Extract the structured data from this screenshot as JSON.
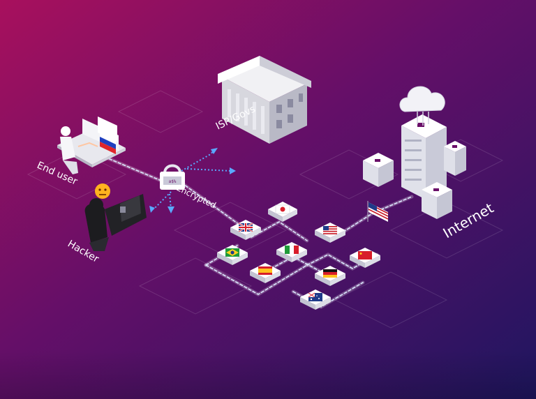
{
  "labels": {
    "end_user": "End user",
    "isp": "ISP/Govs",
    "encrypted": "Encrypted",
    "hacker": "Hacker",
    "internet": "Internet"
  },
  "colors": {
    "bg_left": "#a0105f",
    "bg_mid": "#6a0e68",
    "bg_right": "#221563",
    "dash_line": "#cfe4ff",
    "arrow": "#58a8ff",
    "box_top": "#ffffff",
    "box_side": "#cfd0da"
  },
  "vpn_nodes": [
    {
      "name": "japan",
      "icon": "flag-japan-icon"
    },
    {
      "name": "uk",
      "icon": "flag-uk-icon"
    },
    {
      "name": "usa",
      "icon": "flag-usa-icon"
    },
    {
      "name": "brazil",
      "icon": "flag-brazil-icon"
    },
    {
      "name": "italy",
      "icon": "flag-italy-icon"
    },
    {
      "name": "china",
      "icon": "flag-china-icon"
    },
    {
      "name": "spain",
      "icon": "flag-spain-icon"
    },
    {
      "name": "germany",
      "icon": "flag-germany-icon"
    },
    {
      "name": "australia",
      "icon": "flag-australia-icon"
    }
  ],
  "icons": [
    "laptop-icon",
    "russia-flag-icon",
    "bank-building-icon",
    "padlock-icon",
    "hacker-icon",
    "angry-emoji-icon",
    "cloud-icon",
    "server-rack-icon",
    "globe-flag-icon"
  ]
}
